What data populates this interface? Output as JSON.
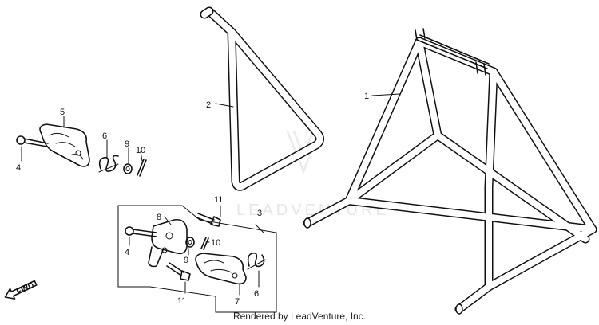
{
  "callouts": {
    "c1": "1",
    "c2": "2",
    "c3": "3",
    "c4a": "4",
    "c4b": "4",
    "c5": "5",
    "c6a": "6",
    "c6b": "6",
    "c7": "7",
    "c8": "8",
    "c9a": "9",
    "c9b": "9",
    "c10a": "10",
    "c10b": "10",
    "c11a": "11",
    "c11b": "11"
  },
  "direction": {
    "label": "FWD"
  },
  "watermark": {
    "text": "LEADVENTURE"
  },
  "footer": {
    "text": "Rendered by LeadVenture, Inc."
  }
}
